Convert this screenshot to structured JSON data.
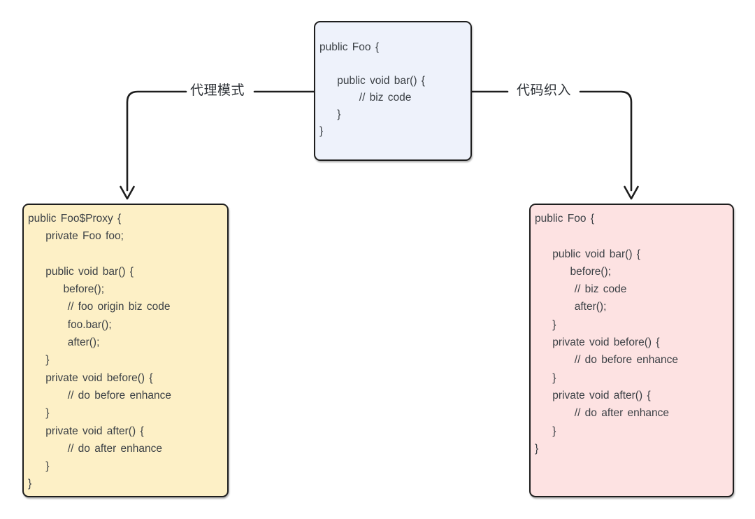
{
  "diagram": {
    "type": "flowchart",
    "background": "#ffffff",
    "stroke_color": "#1e1e1e",
    "text_color": "#3b4045",
    "label_color": "#2f3338",
    "edges": {
      "left_label": "代理模式",
      "right_label": "代码织入"
    },
    "boxes": {
      "source": {
        "fill": "#eef2fb",
        "code_lines": [
          "public Foo {",
          "",
          "    public void bar() {",
          "         // biz code",
          "    }",
          "}"
        ]
      },
      "proxy": {
        "fill": "#fdf0c6",
        "code_lines": [
          "public Foo$Proxy {",
          "    private Foo foo;",
          "",
          "    public void bar() {",
          "        before();",
          "         // foo origin biz code",
          "         foo.bar();",
          "         after();",
          "    }",
          "    private void before() {",
          "         // do before enhance",
          "    }",
          "    private void after() {",
          "         // do after enhance",
          "    }",
          "}"
        ]
      },
      "weaving": {
        "fill": "#fde2e2",
        "code_lines": [
          "public Foo {",
          "",
          "    public void bar() {",
          "        before();",
          "         // biz code",
          "         after();",
          "    }",
          "    private void before() {",
          "         // do before enhance",
          "    }",
          "    private void after() {",
          "         // do after enhance",
          "    }",
          "}"
        ]
      }
    }
  }
}
